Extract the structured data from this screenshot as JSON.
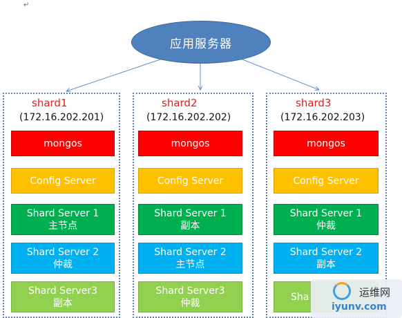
{
  "top_mark": "↵",
  "app_server": {
    "label": "应用服务器"
  },
  "shards": [
    {
      "name": "shard1",
      "ip": "(172.16.202.201)",
      "mongos": "mongos",
      "config": "Config Server",
      "server1": {
        "title": "Shard Server 1",
        "role": "主节点"
      },
      "server2": {
        "title": "Shard Server 2",
        "role": "仲裁"
      },
      "server3": {
        "title": "Shard Server3",
        "role": "副本"
      }
    },
    {
      "name": "shard2",
      "ip": "(172.16.202.202)",
      "mongos": "mongos",
      "config": "Config Server",
      "server1": {
        "title": "Shard Server 1",
        "role": "副本"
      },
      "server2": {
        "title": "Shard Server 2",
        "role": "主节点"
      },
      "server3": {
        "title": "Shard Server3",
        "role": "仲裁"
      }
    },
    {
      "name": "shard3",
      "ip": "(172.16.202.203)",
      "mongos": "mongos",
      "config": "Config Server",
      "server1": {
        "title": "Shard Server 1",
        "role": "仲裁"
      },
      "server2": {
        "title": "Shard Server 2",
        "role": "副本"
      },
      "server3": {
        "title": "Sha",
        "role": ""
      }
    }
  ],
  "watermark": {
    "name": "运维网",
    "url": "iyunv.com"
  },
  "colors": {
    "app_server": "#4f81bd",
    "mongos": "#ff0000",
    "config": "#ffc000",
    "server1": "#00b050",
    "server2": "#00b0f0",
    "server3": "#92d050",
    "shard_name": "#e0201c",
    "panel_border": "#5b7fb0"
  }
}
